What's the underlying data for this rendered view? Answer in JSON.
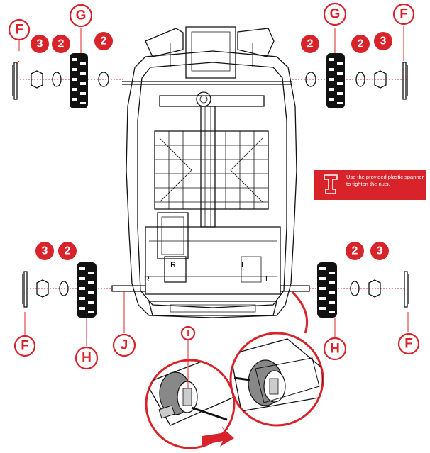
{
  "labels": {
    "F": "F",
    "G": "G",
    "H": "H",
    "I": "I",
    "J": "J"
  },
  "parts": {
    "washer": "2",
    "nut": "3"
  },
  "car_marks": {
    "right_side": "R",
    "left_side": "L"
  },
  "note": {
    "text": "Use the provided plastic spanner to tighten the nuts."
  },
  "colors": {
    "accent": "#d8232a"
  },
  "icons": {
    "spanner": "spanner-icon"
  }
}
